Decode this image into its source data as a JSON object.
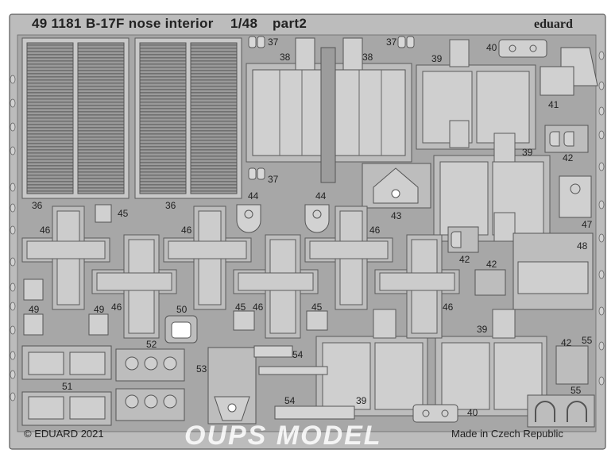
{
  "sheet": {
    "code": "49 1181",
    "title": "B-17F nose interior",
    "scale": "1/48",
    "part": "part2",
    "brand": "eduard",
    "copyright": "© EDUARD 2021",
    "origin": "Made in Czech Republic",
    "watermark": "OUPS MODEL"
  },
  "colors": {
    "fret": "#a7a7a7",
    "frame": "#bcbcbc",
    "part_fill": "#cdcdcd",
    "line": "#5b5b5b",
    "background": "#ffffff",
    "text": "#222222"
  },
  "part_numbers": {
    "n36": "36",
    "n37": "37",
    "n38": "38",
    "n39": "39",
    "n40": "40",
    "n41": "41",
    "n42": "42",
    "n43": "43",
    "n44": "44",
    "n45": "45",
    "n46": "46",
    "n47": "47",
    "n48": "48",
    "n49": "49",
    "n50": "50",
    "n51": "51",
    "n52": "52",
    "n53": "53",
    "n54": "54",
    "n55": "55"
  }
}
